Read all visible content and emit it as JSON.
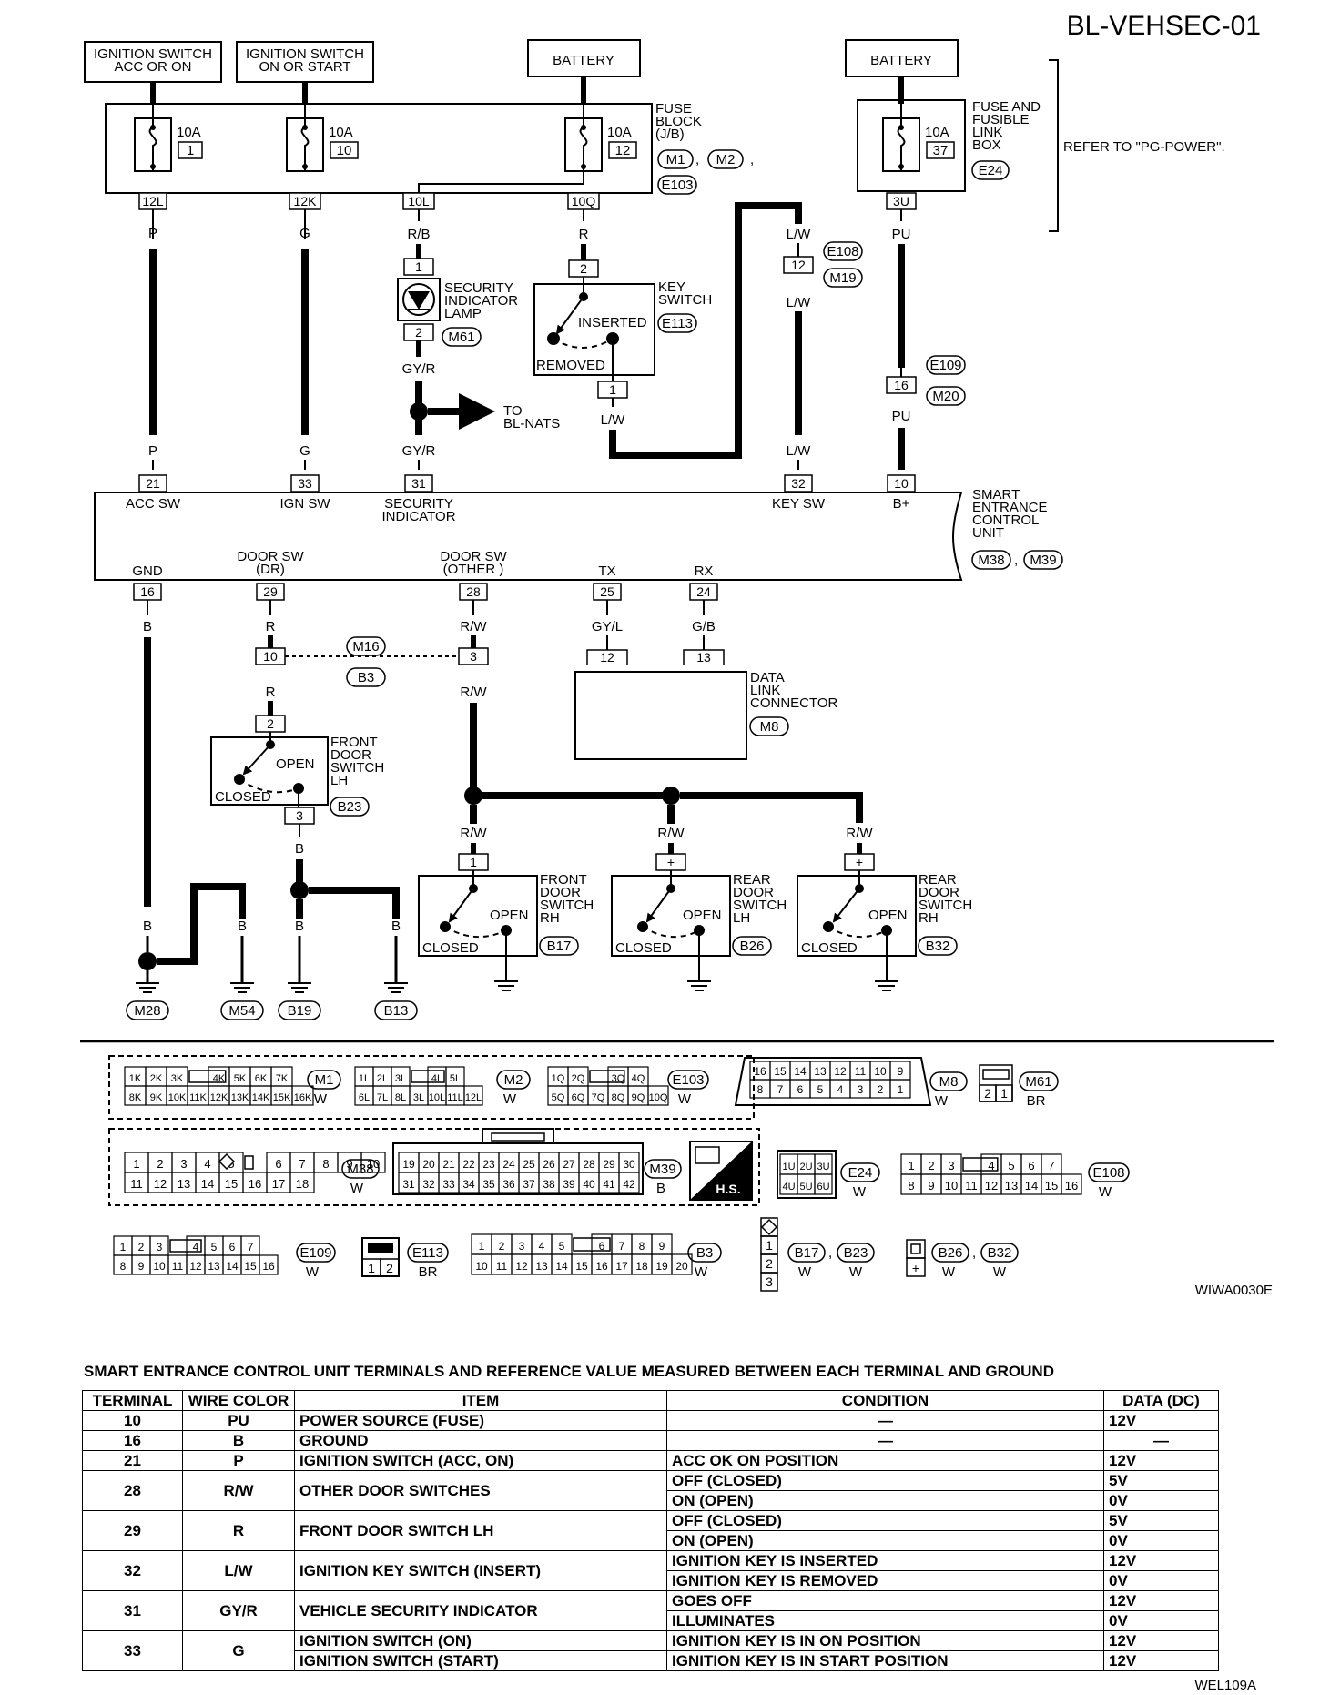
{
  "title": "BL-VEHSEC-01",
  "sources": {
    "ign_acc": "IGNITION SWITCH\nACC OR ON",
    "ign_on": "IGNITION SWITCH\nON OR START",
    "battery1": "BATTERY",
    "battery2": "BATTERY"
  },
  "fuses": [
    {
      "amp": "10A",
      "num": "1"
    },
    {
      "amp": "10A",
      "num": "10"
    },
    {
      "amp": "10A",
      "num": "12"
    },
    {
      "amp": "10A",
      "num": "37"
    }
  ],
  "fuse_block_label": "FUSE\nBLOCK\n(J/B)",
  "fuse_block_connectors": [
    "M1",
    "M2",
    "E103"
  ],
  "fuse_link_box_label": "FUSE AND\nFUSIBLE\nLINK\nBOX",
  "fuse_link_box_connector": "E24",
  "refer_text": "REFER TO \"PG-POWER\".",
  "top_terminals": [
    "12L",
    "12K",
    "10L",
    "10Q",
    "3U"
  ],
  "wire_colors": {
    "p": "P",
    "g": "G",
    "rb": "R/B",
    "r": "R",
    "pu": "PU",
    "lw": "L/W",
    "gyr": "GY/R",
    "b": "B",
    "rw": "R/W",
    "gyl": "GY/L",
    "gb": "G/B"
  },
  "security_lamp": {
    "label": "SECURITY\nINDICATOR\nLAMP",
    "connector": "M61",
    "pins": [
      "1",
      "2"
    ]
  },
  "to_blnats": "TO\nBL-NATS",
  "key_switch": {
    "label": "KEY\nSWITCH",
    "connector": "E113",
    "inserted": "INSERTED",
    "removed": "REMOVED",
    "pins": [
      "2",
      "1"
    ]
  },
  "inline_connectors": {
    "e108_m19": {
      "pin": "12",
      "c1": "E108",
      "c2": "M19"
    },
    "e109_m20": {
      "pin": "16",
      "c1": "E109",
      "c2": "M20"
    },
    "m16_b3": {
      "pins": [
        "10",
        "3"
      ],
      "c1": "M16",
      "c2": "B3"
    }
  },
  "secu": {
    "label": "SMART\nENTRANCE\nCONTROL\nUNIT",
    "connectors": [
      "M38",
      "M39"
    ],
    "top_pins": [
      {
        "pin": "21",
        "name": "ACC SW"
      },
      {
        "pin": "33",
        "name": "IGN SW"
      },
      {
        "pin": "31",
        "name": "SECURITY\nINDICATOR"
      },
      {
        "pin": "32",
        "name": "KEY SW"
      },
      {
        "pin": "10",
        "name": "B+"
      }
    ],
    "bottom_pins": [
      {
        "pin": "16",
        "name": "GND"
      },
      {
        "pin": "29",
        "name": "DOOR SW\n(DR)"
      },
      {
        "pin": "28",
        "name": "DOOR SW\n(OTHER )"
      },
      {
        "pin": "25",
        "name": "TX"
      },
      {
        "pin": "24",
        "name": "RX"
      }
    ]
  },
  "data_link": {
    "label": "DATA\nLINK\nCONNECTOR",
    "connector": "M8",
    "pins": [
      "12",
      "13"
    ]
  },
  "front_door_lh": {
    "label": "FRONT\nDOOR\nSWITCH\nLH",
    "connector": "B23",
    "open": "OPEN",
    "closed": "CLOSED",
    "pins": [
      "2",
      "3"
    ]
  },
  "door_switches": [
    {
      "label": "FRONT\nDOOR\nSWITCH\nRH",
      "connector": "B17",
      "pin": "1"
    },
    {
      "label": "REAR\nDOOR\nSWITCH\nLH",
      "connector": "B26",
      "pin": "+"
    },
    {
      "label": "REAR\nDOOR\nSWITCH\nRH",
      "connector": "B32",
      "pin": "+"
    }
  ],
  "switch_states": {
    "open": "OPEN",
    "closed": "CLOSED"
  },
  "grounds": [
    "M28",
    "M54",
    "B19",
    "B13"
  ],
  "diagram_code": "WIWA0030E",
  "connector_faces": {
    "m1": {
      "top": [
        "1K",
        "2K",
        "3K",
        "",
        "4K",
        "5K",
        "6K",
        "7K"
      ],
      "bottom": [
        "8K",
        "9K",
        "10K",
        "11K",
        "12K",
        "13K",
        "14K",
        "15K",
        "16K"
      ],
      "id": "M1",
      "color": "W"
    },
    "m2": {
      "top": [
        "1L",
        "2L",
        "3L",
        "",
        "4L",
        "5L"
      ],
      "bottom": [
        "6L",
        "7L",
        "8L",
        "3L",
        "10L",
        "11L",
        "12L"
      ],
      "id": "M2",
      "color": "W"
    },
    "e103": {
      "top": [
        "1Q",
        "2Q",
        "",
        "3Q",
        "4Q"
      ],
      "bottom": [
        "5Q",
        "6Q",
        "7Q",
        "8Q",
        "9Q",
        "10Q"
      ],
      "id": "E103",
      "color": "W"
    },
    "m8": {
      "top": [
        "16",
        "15",
        "14",
        "13",
        "12",
        "11",
        "10",
        "9"
      ],
      "bottom": [
        "8",
        "7",
        "6",
        "5",
        "4",
        "3",
        "2",
        "1"
      ],
      "id": "M8",
      "color": "W"
    },
    "m61": {
      "pins": [
        "2",
        "1"
      ],
      "id": "M61",
      "color": "BR"
    },
    "m38": {
      "top": [
        "1",
        "2",
        "3",
        "4",
        "5",
        "",
        "6",
        "7",
        "8",
        "9",
        "10"
      ],
      "bottom": [
        "11",
        "12",
        "13",
        "14",
        "15",
        "16",
        "17",
        "18"
      ],
      "id": "M38",
      "color": "W"
    },
    "m39": {
      "top": [
        "19",
        "20",
        "21",
        "22",
        "23",
        "24",
        "25",
        "26",
        "27",
        "28",
        "29",
        "30"
      ],
      "bottom": [
        "31",
        "32",
        "33",
        "34",
        "35",
        "36",
        "37",
        "38",
        "39",
        "40",
        "41",
        "42"
      ],
      "id": "M39",
      "color": "B"
    },
    "hs": "H.S.",
    "e24": {
      "top": [
        "1U",
        "2U",
        "3U"
      ],
      "bottom": [
        "4U",
        "5U",
        "6U"
      ],
      "id": "E24",
      "color": "W"
    },
    "e108": {
      "top": [
        "1",
        "2",
        "3",
        "",
        "4",
        "5",
        "6",
        "7"
      ],
      "bottom": [
        "8",
        "9",
        "10",
        "11",
        "12",
        "13",
        "14",
        "15",
        "16"
      ],
      "id": "E108",
      "color": "W"
    },
    "e109": {
      "top": [
        "1",
        "2",
        "3",
        "",
        "4",
        "5",
        "6",
        "7"
      ],
      "bottom": [
        "8",
        "9",
        "10",
        "11",
        "12",
        "13",
        "14",
        "15",
        "16"
      ],
      "id": "E109",
      "color": "W"
    },
    "e113": {
      "pins": [
        "1",
        "2"
      ],
      "id": "E113",
      "color": "BR"
    },
    "b3": {
      "top": [
        "1",
        "2",
        "3",
        "4",
        "5",
        "",
        "6",
        "7",
        "8",
        "9"
      ],
      "bottom": [
        "10",
        "11",
        "12",
        "13",
        "14",
        "15",
        "16",
        "17",
        "18",
        "19",
        "20"
      ],
      "id": "B3",
      "color": "W"
    },
    "b17_b23": {
      "pins": [
        "1",
        "2",
        "3"
      ],
      "ids": [
        "B17",
        "B23"
      ],
      "colors": [
        "W",
        "W"
      ]
    },
    "b26_b32": {
      "pins": [
        "+"
      ],
      "ids": [
        "B26",
        "B32"
      ],
      "colors": [
        "W",
        "W"
      ]
    }
  },
  "table": {
    "title": "SMART ENTRANCE CONTROL UNIT TERMINALS AND REFERENCE VALUE MEASURED BETWEEN EACH TERMINAL AND GROUND",
    "headers": [
      "TERMINAL",
      "WIRE COLOR",
      "ITEM",
      "CONDITION",
      "DATA (DC)"
    ],
    "rows": [
      {
        "terminal": "10",
        "wire": "PU",
        "item": "POWER SOURCE (FUSE)",
        "conds": [
          {
            "c": "—",
            "d": "12V"
          }
        ]
      },
      {
        "terminal": "16",
        "wire": "B",
        "item": "GROUND",
        "conds": [
          {
            "c": "—",
            "d": "—"
          }
        ]
      },
      {
        "terminal": "21",
        "wire": "P",
        "item": "IGNITION SWITCH (ACC, ON)",
        "conds": [
          {
            "c": "ACC OK ON POSITION",
            "d": "12V"
          }
        ]
      },
      {
        "terminal": "28",
        "wire": "R/W",
        "item": "OTHER DOOR SWITCHES",
        "conds": [
          {
            "c": "OFF (CLOSED)",
            "d": "5V"
          },
          {
            "c": "ON (OPEN)",
            "d": "0V"
          }
        ]
      },
      {
        "terminal": "29",
        "wire": "R",
        "item": "FRONT DOOR SWITCH LH",
        "conds": [
          {
            "c": "OFF (CLOSED)",
            "d": "5V"
          },
          {
            "c": "ON (OPEN)",
            "d": "0V"
          }
        ]
      },
      {
        "terminal": "32",
        "wire": "L/W",
        "item": "IGNITION KEY SWITCH (INSERT)",
        "conds": [
          {
            "c": "IGNITION KEY IS INSERTED",
            "d": "12V"
          },
          {
            "c": "IGNITION KEY IS REMOVED",
            "d": "0V"
          }
        ]
      },
      {
        "terminal": "31",
        "wire": "GY/R",
        "item": "VEHICLE SECURITY INDICATOR",
        "conds": [
          {
            "c": "GOES OFF",
            "d": "12V"
          },
          {
            "c": "ILLUMINATES",
            "d": "0V"
          }
        ]
      },
      {
        "terminal": "33",
        "wire": "G",
        "items": [
          "IGNITION SWITCH (ON)",
          "IGNITION SWITCH (START)"
        ],
        "conds": [
          {
            "c": "IGNITION KEY IS IN ON POSITION",
            "d": "12V"
          },
          {
            "c": "IGNITION KEY IS IN START POSITION",
            "d": "12V"
          }
        ]
      }
    ]
  },
  "table_code": "WEL109A"
}
